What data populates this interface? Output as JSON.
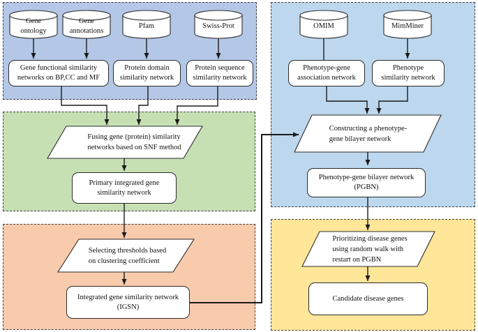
{
  "colors": {
    "panel_gene_sources": "#b4c7e7",
    "panel_fusion": "#c6e0b4",
    "panel_threshold": "#f8cbad",
    "panel_phenotype": "#bdd7ee",
    "panel_prioritization": "#ffe699",
    "line": "#1a1a1a",
    "shape_fill": "#ffffff",
    "shape_border": "#2b2b2b"
  },
  "cylinders": {
    "gene_ontology": {
      "label": "Gene\nontology"
    },
    "gene_annotations": {
      "label": "Gene\nannotations"
    },
    "pfam": {
      "label": "Pfam"
    },
    "swiss_prot": {
      "label": "Swiss-Prot"
    },
    "omim": {
      "label": "OMIM"
    },
    "mimminer": {
      "label": "MimMiner"
    }
  },
  "boxes": {
    "gene_functional": {
      "label": "Gene functional similarity\nnetworks on BP,CC and MF"
    },
    "protein_domain": {
      "label": "Protein domain\nsimilarity network"
    },
    "protein_sequence": {
      "label": "Protein sequence\nsimilarity network"
    },
    "primary_integrated": {
      "label": "Primary integrated gene\nsimilarity network"
    },
    "igsn": {
      "label": "Integrated gene similarity network\n(IGSN)"
    },
    "phenotype_gene_association": {
      "label": "Phenotype-gene\nassociation network"
    },
    "phenotype_similarity": {
      "label": "Phenotype\nsimilarity network"
    },
    "pgbn": {
      "label": "Phenotype-gene bilayer network\n(PGBN)"
    },
    "candidate_genes": {
      "label": "Candidate disease genes"
    }
  },
  "processes": {
    "fusing": {
      "label": "Fusing gene (protein) similarity\nnetworks based on SNF method"
    },
    "selecting": {
      "label": "Selecting thresholds based\non clustering coefficient"
    },
    "constructing": {
      "label": "Constructing a phenotype-\ngene bilayer network"
    },
    "prioritizing": {
      "label": "Prioritizing disease genes\nusing random walk with\nrestart on PGBN"
    }
  }
}
